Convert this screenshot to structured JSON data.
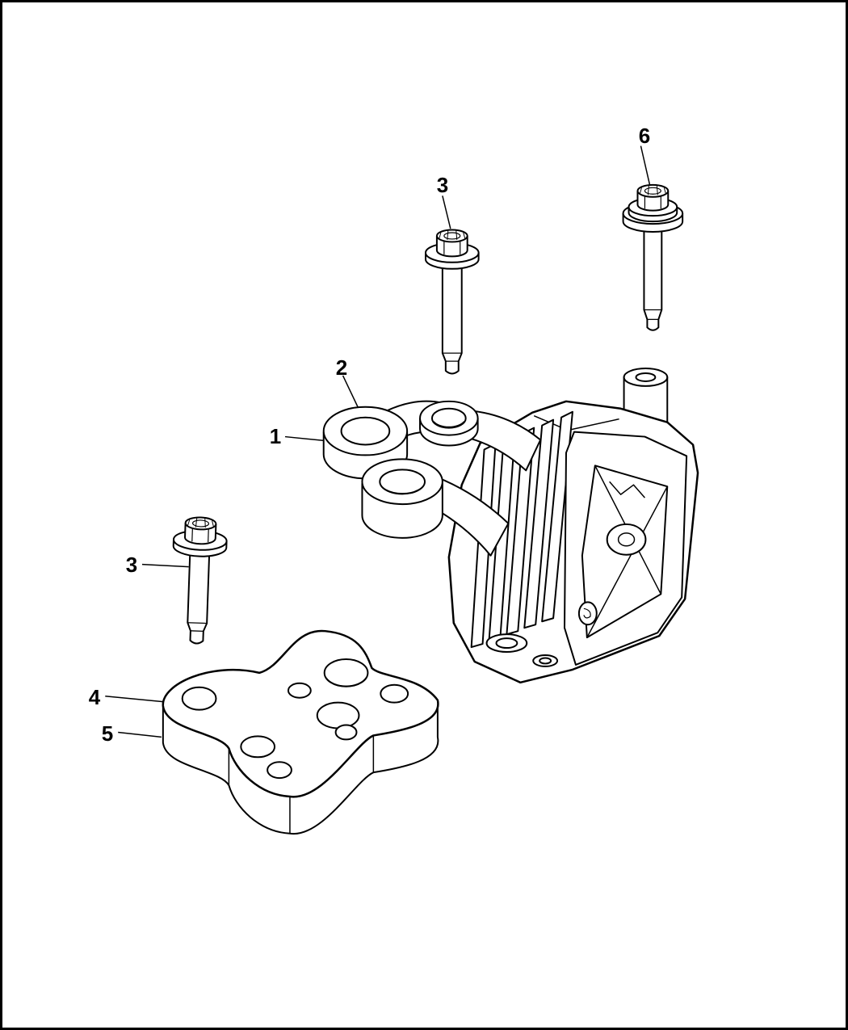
{
  "page": {
    "background_color": "#ffffff",
    "border_color": "#000000",
    "line_color": "#000000"
  },
  "diagram": {
    "callouts": [
      {
        "label": "6"
      },
      {
        "label": "3"
      },
      {
        "label": "2"
      },
      {
        "label": "1"
      },
      {
        "label": "3"
      },
      {
        "label": "4"
      },
      {
        "label": "5"
      }
    ]
  }
}
